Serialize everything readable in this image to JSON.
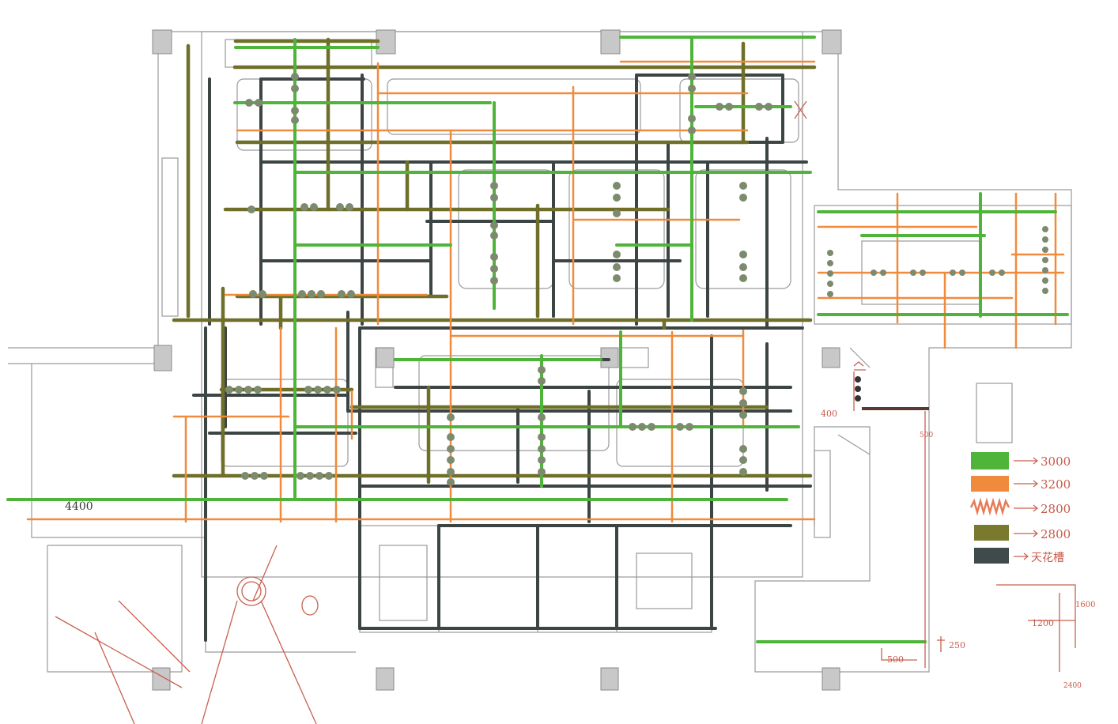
{
  "drawing": {
    "dimension_left": "4400",
    "dimension_mid_1": "400",
    "dimension_mid_2": "500",
    "dimension_mid_3": "250",
    "dimension_bottom": "500",
    "dimension_br_1": "1600",
    "dimension_br_2": "1200",
    "dimension_br_3": "2400"
  },
  "legend": {
    "entries": [
      {
        "color": "#4fb53a",
        "style": "solid",
        "label": "3000"
      },
      {
        "color": "#f08a3c",
        "style": "solid",
        "label": "3200"
      },
      {
        "color": "#e87a55",
        "style": "scribble",
        "label": "2800"
      },
      {
        "color": "#7a7a2e",
        "style": "solid",
        "label": "2800"
      },
      {
        "color": "#3f4a4a",
        "style": "solid",
        "label": "天花槽"
      }
    ]
  },
  "colors": {
    "green": "#4fb53a",
    "orange": "#f08a3c",
    "olive": "#6f6f2a",
    "dark": "#3c4444",
    "sketch": "#c9604f",
    "wall": "#9a9a9a"
  }
}
